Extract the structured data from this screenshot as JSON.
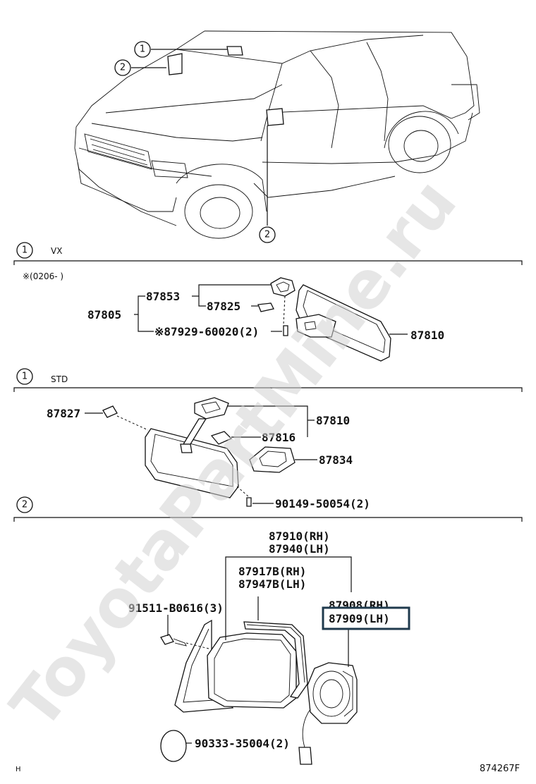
{
  "watermark": "ToyotaPartMine.ru",
  "figure_code": "874267F",
  "corner_mark": "H",
  "section1": {
    "key": "1",
    "grade": "VX",
    "note": "※(0206-      )"
  },
  "section2": {
    "key": "1",
    "grade": "STD"
  },
  "section3": {
    "key": "2"
  },
  "overview_keys": [
    "1",
    "2",
    "2"
  ],
  "parts": {
    "p87805": "87805",
    "p87853": "87853",
    "p87825": "87825",
    "p87929": "※87929-60020(2)",
    "p87810a": "87810",
    "p87827": "87827",
    "p87810b": "87810",
    "p87816": "87816",
    "p87834": "87834",
    "p90149": "90149-50054(2)",
    "p87910": "87910(RH)",
    "p87940": "87940(LH)",
    "p87917": "87917B(RH)",
    "p87947": "87947B(LH)",
    "p91511": "91511-B0616(3)",
    "p87908": "87908(RH)",
    "p87909": "87909(LH)",
    "p90333": "90333-35004(2)"
  },
  "highlight_color": "#1f3a4d"
}
